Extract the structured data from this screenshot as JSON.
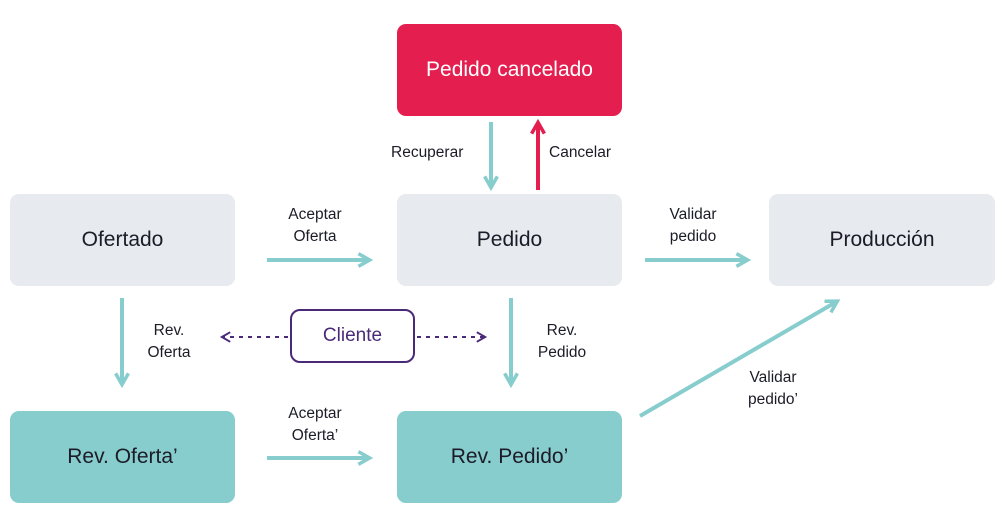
{
  "nodes": {
    "pedido_cancelado": "Pedido cancelado",
    "ofertado": "Ofertado",
    "pedido": "Pedido",
    "produccion": "Producción",
    "rev_oferta": "Rev. Oferta’",
    "rev_pedido": "Rev. Pedido’"
  },
  "edges": {
    "recuperar": "Recuperar",
    "cancelar": "Cancelar",
    "aceptar_oferta": [
      "Aceptar",
      "Oferta"
    ],
    "validar_pedido": [
      "Validar",
      "pedido"
    ],
    "rev_oferta": [
      "Rev.",
      "Oferta"
    ],
    "rev_pedido": [
      "Rev.",
      "Pedido"
    ],
    "aceptar_oferta_prime": [
      "Aceptar",
      "Oferta’"
    ],
    "validar_pedido_prime": [
      "Validar",
      "pedido’"
    ]
  },
  "actor": {
    "cliente": "Cliente"
  },
  "colors": {
    "teal": "#87cdcd",
    "red": "#e41e4f",
    "purple": "#4a2a78",
    "gray": "#e7eaef"
  }
}
